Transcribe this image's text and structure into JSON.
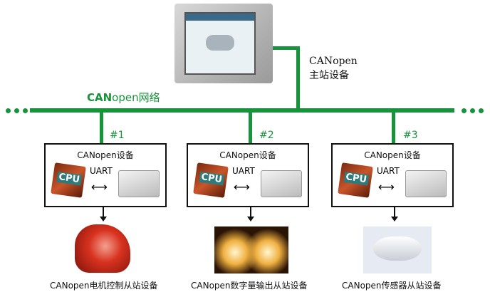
{
  "network_label": {
    "bold": "CAN",
    "rest": "open网络"
  },
  "master": {
    "line1": "CANopen",
    "line2": "主站设备"
  },
  "nodes": [
    {
      "num": "#1",
      "title": "CANopen设备",
      "cpu": "CPU",
      "link": "UART",
      "caption": "CANopen电机控制从站设备"
    },
    {
      "num": "#2",
      "title": "CANopen设备",
      "cpu": "CPU",
      "link": "UART",
      "caption": "CANopen数字量输出从站设备"
    },
    {
      "num": "#3",
      "title": "CANopen设备",
      "cpu": "CPU",
      "link": "UART",
      "caption": "CANopen传感器从站设备"
    }
  ],
  "colors": {
    "bus": "#17933b"
  }
}
